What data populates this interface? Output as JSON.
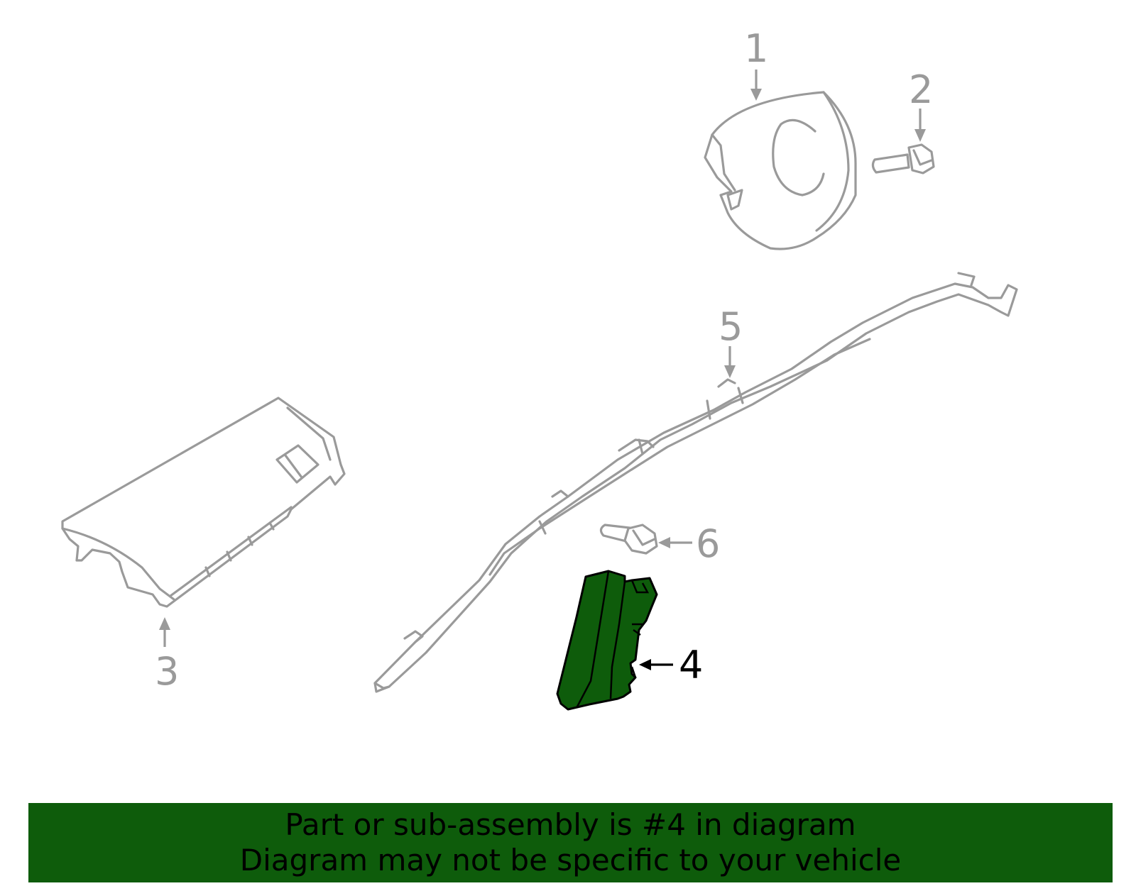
{
  "callouts": [
    {
      "id": "1",
      "part": "steering-wheel-airbag",
      "highlighted": false
    },
    {
      "id": "2",
      "part": "airbag-bolt",
      "highlighted": false
    },
    {
      "id": "3",
      "part": "passenger-airbag",
      "highlighted": false
    },
    {
      "id": "4",
      "part": "side-airbag-module",
      "highlighted": true
    },
    {
      "id": "5",
      "part": "curtain-airbag",
      "highlighted": false
    },
    {
      "id": "6",
      "part": "curtain-airbag-bolt",
      "highlighted": false
    }
  ],
  "colors": {
    "part_outline": "#9a9a9a",
    "highlight_fill": "#0e5c0b",
    "banner_background": "#0e5c0b",
    "banner_text": "#000000"
  },
  "banner": {
    "line1": "Part or sub-assembly is #4 in diagram",
    "line2": "Diagram may not be specific to your vehicle"
  }
}
